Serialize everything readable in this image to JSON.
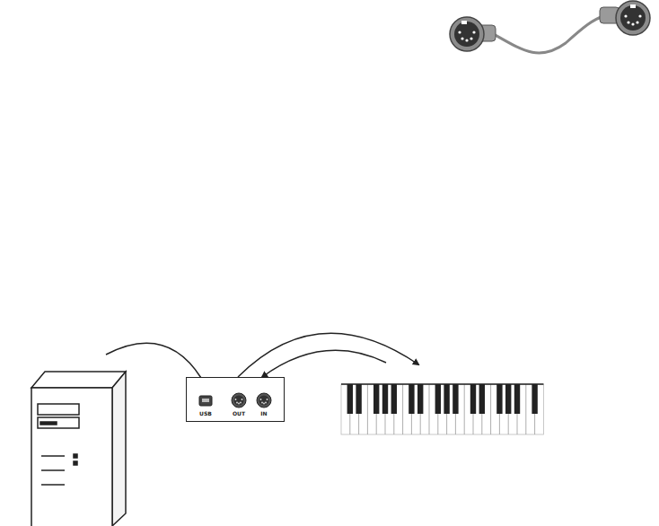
{
  "diagram": {
    "nodes": [
      {
        "text": [
          "USB",
          "OUT",
          "IN"
        ]
      }
    ]
  }
}
